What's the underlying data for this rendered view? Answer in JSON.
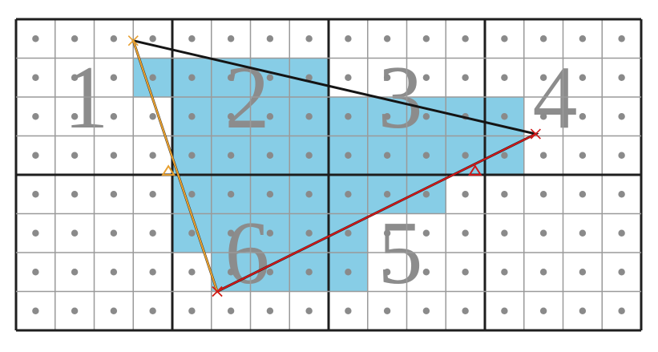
{
  "diagram": {
    "grid": {
      "columns": 16,
      "rows": 8,
      "tile_columns": 4,
      "tile_rows": 2,
      "pixels_per_tile": 4
    },
    "tiles": [
      {
        "id": "tile-1",
        "label": "1"
      },
      {
        "id": "tile-2",
        "label": "2"
      },
      {
        "id": "tile-3",
        "label": "3"
      },
      {
        "id": "tile-4",
        "label": "4"
      },
      {
        "id": "tile-5",
        "label": "5"
      },
      {
        "id": "tile-6",
        "label": "6"
      }
    ],
    "covered_pixels": [
      [
        1,
        3
      ],
      [
        1,
        4
      ],
      [
        1,
        5
      ],
      [
        1,
        6
      ],
      [
        1,
        7
      ],
      [
        2,
        4
      ],
      [
        2,
        5
      ],
      [
        2,
        6
      ],
      [
        2,
        7
      ],
      [
        2,
        8
      ],
      [
        2,
        9
      ],
      [
        2,
        10
      ],
      [
        2,
        11
      ],
      [
        2,
        12
      ],
      [
        3,
        4
      ],
      [
        3,
        5
      ],
      [
        3,
        6
      ],
      [
        3,
        7
      ],
      [
        3,
        8
      ],
      [
        3,
        9
      ],
      [
        3,
        10
      ],
      [
        3,
        11
      ],
      [
        3,
        12
      ],
      [
        4,
        4
      ],
      [
        4,
        5
      ],
      [
        4,
        6
      ],
      [
        4,
        7
      ],
      [
        4,
        8
      ],
      [
        4,
        9
      ],
      [
        4,
        10
      ],
      [
        5,
        4
      ],
      [
        5,
        5
      ],
      [
        5,
        6
      ],
      [
        5,
        7
      ],
      [
        5,
        8
      ],
      [
        6,
        5
      ],
      [
        6,
        6
      ],
      [
        6,
        7
      ],
      [
        6,
        8
      ]
    ],
    "triangle": {
      "vertices": [
        [
          3.0,
          0.55
        ],
        [
          13.3,
          2.95
        ],
        [
          5.15,
          7.0
        ]
      ]
    },
    "edge_annotations": [
      {
        "name": "left-edge",
        "from": [
          3.0,
          0.55
        ],
        "to": [
          5.15,
          7.0
        ],
        "color": "#e8a030",
        "marker_at": [
          3.9,
          3.9
        ]
      },
      {
        "name": "bottom-edge",
        "from": [
          5.15,
          7.0
        ],
        "to": [
          13.3,
          2.95
        ],
        "color": "#d01818",
        "marker_at": [
          11.75,
          3.9
        ]
      }
    ],
    "colors": {
      "background": "#ffffff",
      "covered_fill": "#87cde6",
      "sample_dot": "#8a8a8a",
      "fine_grid": "#9a9a9a",
      "tile_grid": "#1e1e1e",
      "triangle_stroke": "#141414",
      "tile_label": "#8c8c8c"
    }
  }
}
